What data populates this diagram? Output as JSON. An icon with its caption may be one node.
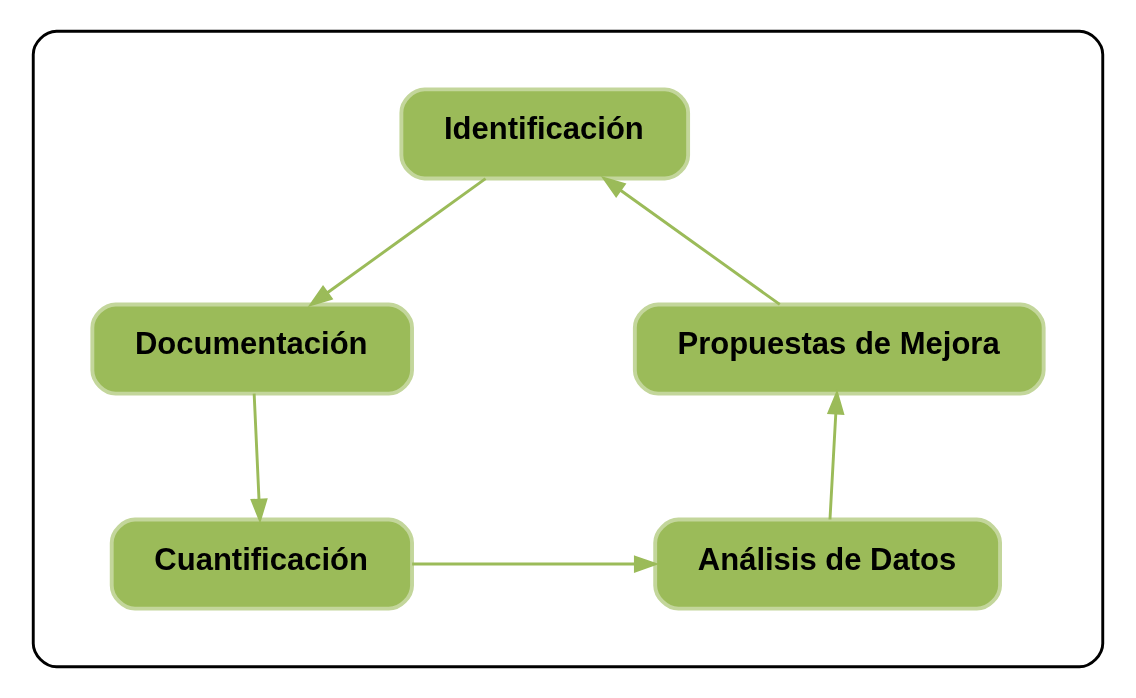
{
  "diagram": {
    "nodes": [
      {
        "text": [],
        "shape": "box"
      },
      {
        "text": [
          "Identificación"
        ],
        "in": 0
      },
      {
        "text": [
          "Documentación"
        ],
        "in": 0
      },
      {
        "text": [
          "Cuantificación"
        ],
        "in": 0
      },
      {
        "text": [
          "Análisis de Datos"
        ],
        "in": 0
      },
      {
        "text": [
          "Propuestas de Mejora"
        ],
        "in": 0
      }
    ],
    "edges": [
      {
        "from": 1,
        "to": 2,
        "arrow": "to"
      },
      {
        "from": 2,
        "to": 3,
        "arrow": "to"
      },
      {
        "from": 3,
        "to": 4,
        "arrow": "to"
      },
      {
        "from": 4,
        "to": 5,
        "arrow": "to"
      },
      {
        "from": 5,
        "to": 1,
        "arrow": "to"
      }
    ]
  }
}
